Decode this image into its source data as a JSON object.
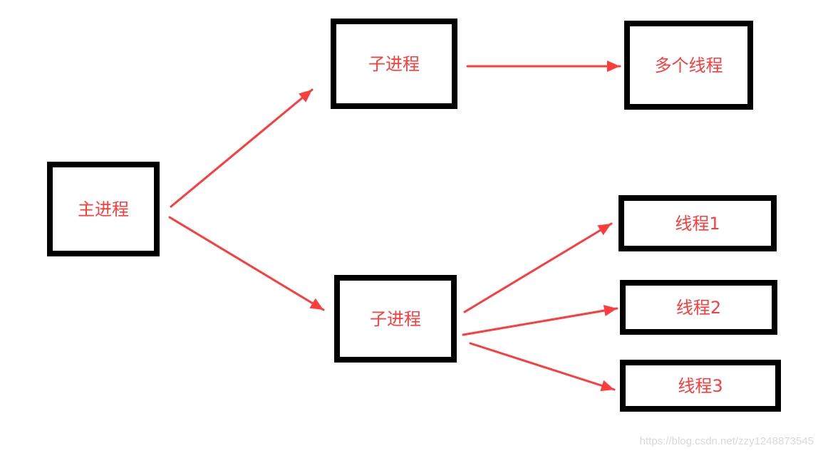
{
  "diagram": {
    "nodes": {
      "main_process": "主进程",
      "child_process_top": "子进程",
      "multiple_threads": "多个线程",
      "child_process_bottom": "子进程",
      "thread_1": "线程1",
      "thread_2": "线程2",
      "thread_3": "线程3"
    },
    "edges": [
      {
        "from": "main_process",
        "to": "child_process_top"
      },
      {
        "from": "main_process",
        "to": "child_process_bottom"
      },
      {
        "from": "child_process_top",
        "to": "multiple_threads"
      },
      {
        "from": "child_process_bottom",
        "to": "thread_1"
      },
      {
        "from": "child_process_bottom",
        "to": "thread_2"
      },
      {
        "from": "child_process_bottom",
        "to": "thread_3"
      }
    ],
    "colors": {
      "label_color": "#ff3b3b",
      "arrow_color": "#ff3b3b",
      "border_color": "#000000",
      "watermark_color": "#d9d9d9"
    }
  },
  "watermark": {
    "text": "https://blog.csdn.net/zzy1248873545"
  }
}
